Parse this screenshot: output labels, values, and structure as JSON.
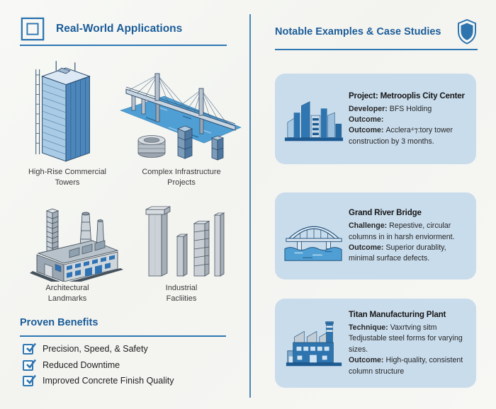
{
  "colors": {
    "heading_blue": "#1b5c99",
    "rule_blue": "#2e77b3",
    "divider_blue": "#4d87b7",
    "card_bg": "#c9dcec",
    "illustration_blue": "#2e74ae",
    "water_blue": "#4f9fd4",
    "page_bg": "#f5f6f2"
  },
  "left": {
    "header": {
      "title": "Real-World Applications",
      "icon": "formwork-panel-icon"
    },
    "applications": [
      {
        "icon": "highrise-tower-illustration",
        "line1": "High-Rise Commercial",
        "line2": "Towers"
      },
      {
        "icon": "bridge-infrastructure-illustration",
        "line1": "Complex Infrastructure",
        "line2": "Projects"
      },
      {
        "icon": "factory-landmark-illustration",
        "line1": "Architectural",
        "line2": "Landmarks"
      },
      {
        "icon": "concrete-columns-illustration",
        "line1": "Industrial",
        "line2": "Facliities"
      }
    ],
    "benefits": {
      "title": "Proven Benefits",
      "checkbox_icon": "checkbox-checked-icon",
      "items": [
        "Precision, Speed, & Safety",
        "Reduced Downtime",
        "Improved Concrete Finish Quality"
      ]
    }
  },
  "right": {
    "header": {
      "title": "Notable Examples & Case Studies",
      "icon": "shield-icon"
    },
    "cases": [
      {
        "icon": "city-skyline-icon",
        "title": "Project: Metrooplis City Center",
        "lines": [
          {
            "label": "Developer:",
            "text": "BFS Holding"
          },
          {
            "label": "Outcome:",
            "text": ""
          },
          {
            "label": "Outcome:",
            "text": "Acclera⁴⁊:tory tower construction by 3 months."
          }
        ]
      },
      {
        "icon": "arch-bridge-icon",
        "title": "Grand River Bridge",
        "lines": [
          {
            "label": "Challenge:",
            "text": "Repestive, circular columns in in harsh enviorment."
          },
          {
            "label": "Outcome:",
            "text": "Superior durablity, minimal surface defects."
          }
        ]
      },
      {
        "icon": "factory-icon",
        "title": "Titan Manufacturing Plant",
        "lines": [
          {
            "label": "Technique:",
            "text": "Vaxrtving sitm"
          },
          {
            "label": "",
            "text": "Tedjustable steel forms for varying sizes."
          },
          {
            "label": "Outcome:",
            "text": "High-quality, consistent column structure"
          }
        ]
      }
    ]
  }
}
